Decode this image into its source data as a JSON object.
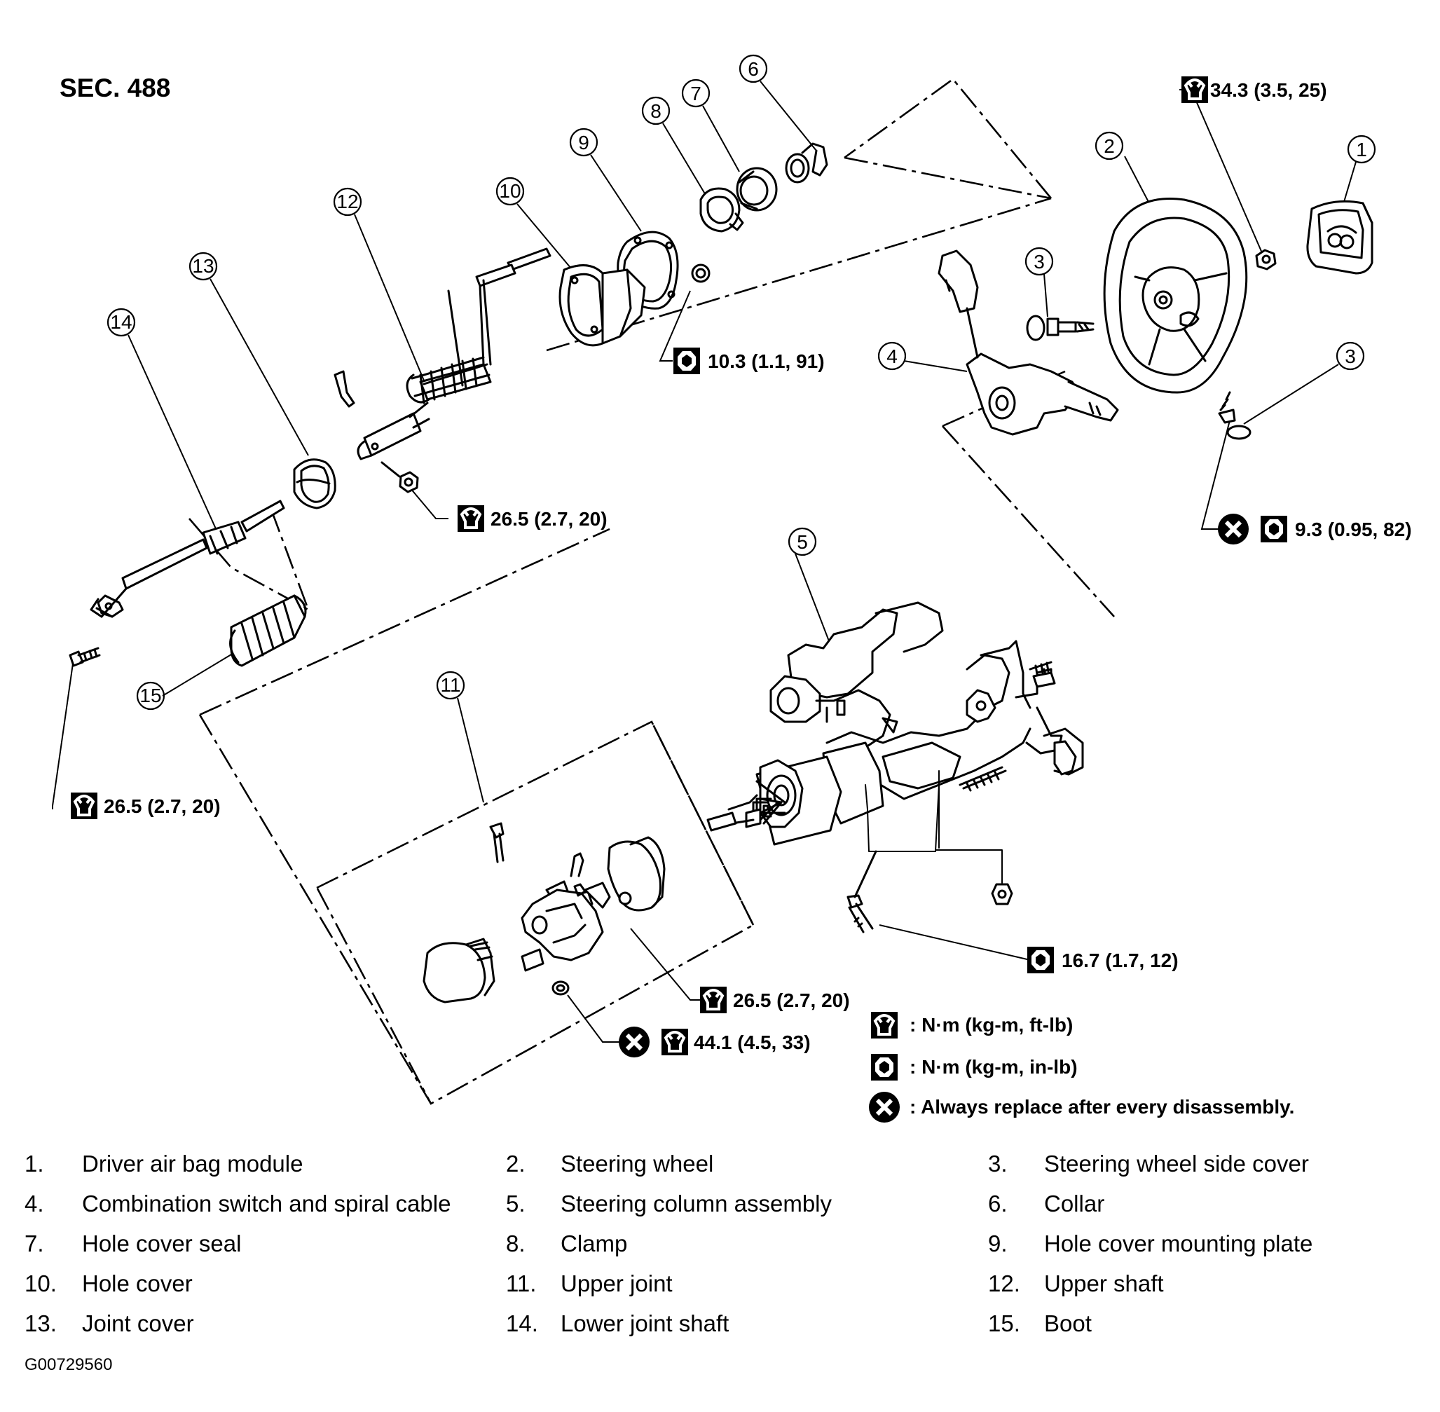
{
  "section": "SEC. 488",
  "figure_id": "G00729560",
  "callouts": [
    "1",
    "2",
    "3",
    "3",
    "4",
    "5",
    "6",
    "7",
    "8",
    "9",
    "10",
    "11",
    "12",
    "13",
    "14",
    "15"
  ],
  "torque_specs": {
    "t_wheel_nut": "34.3 (3.5, 25)",
    "t_hole_cover": "10.3 (1.1, 91)",
    "t_upper_shaft_nut": "26.5 (2.7, 20)",
    "t_side_cover": "9.3 (0.95, 82)",
    "t_lower_joint": "26.5 (2.7, 20)",
    "t_column_bolt": "16.7 (1.7, 12)",
    "t_upper_joint_nut": "26.5 (2.7, 20)",
    "t_upper_joint_bolt": "44.1 (4.5, 33)"
  },
  "legend": [
    {
      "icon": "torque-ftlb-icon",
      "text": ": N·m (kg-m, ft-lb)"
    },
    {
      "icon": "torque-inlb-icon",
      "text": ": N·m (kg-m, in-lb)"
    },
    {
      "icon": "replace-icon",
      "text": ": Always replace after every disassembly."
    }
  ],
  "parts": [
    {
      "num": "1.",
      "name": "Driver air bag module"
    },
    {
      "num": "2.",
      "name": "Steering wheel"
    },
    {
      "num": "3.",
      "name": "Steering wheel side cover"
    },
    {
      "num": "4.",
      "name": "Combination switch and spiral cable"
    },
    {
      "num": "5.",
      "name": "Steering column assembly"
    },
    {
      "num": "6.",
      "name": "Collar"
    },
    {
      "num": "7.",
      "name": "Hole cover seal"
    },
    {
      "num": "8.",
      "name": "Clamp"
    },
    {
      "num": "9.",
      "name": "Hole cover mounting plate"
    },
    {
      "num": "10.",
      "name": "Hole cover"
    },
    {
      "num": "11.",
      "name": "Upper joint"
    },
    {
      "num": "12.",
      "name": "Upper shaft"
    },
    {
      "num": "13.",
      "name": "Joint cover"
    },
    {
      "num": "14.",
      "name": "Lower joint shaft"
    },
    {
      "num": "15.",
      "name": "Boot"
    }
  ]
}
